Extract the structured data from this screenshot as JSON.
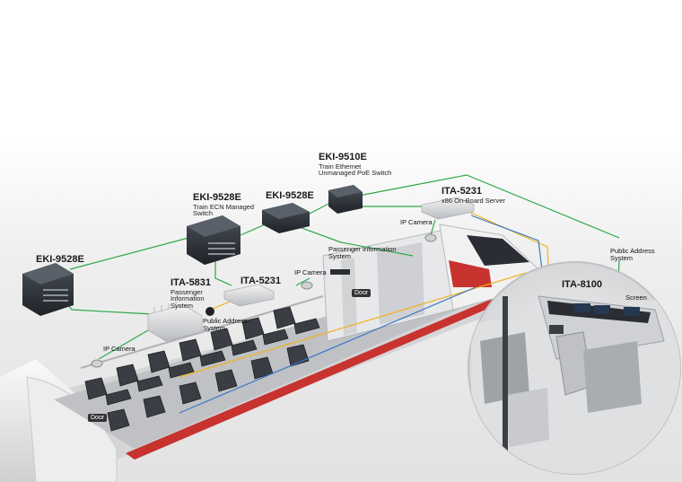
{
  "colors": {
    "green_link": "#2fa84a",
    "yellow_link": "#f2b21b",
    "blue_link": "#3a78c8",
    "device_dark": "#2b2f36",
    "train_body": "#e9e9ea",
    "train_stripe": "#c8322f"
  },
  "devices": {
    "eki9528e_left": {
      "title": "EKI-9528E"
    },
    "eki9528e_mid": {
      "title": "EKI-9528E",
      "subtitle1": "Train ECN Managed",
      "subtitle2": "Switch"
    },
    "eki9528e_right": {
      "title": "EKI-9528E"
    },
    "eki9510e": {
      "title": "EKI-9510E",
      "subtitle1": "Train Ethernet",
      "subtitle2": "Unmanaged PoE Switch"
    },
    "ita5231_top": {
      "title": "ITA-5231",
      "subtitle1": "x86 On-Board Server"
    },
    "ita5231_mid": {
      "title": "ITA-5231"
    },
    "ita5831": {
      "title": "ITA-5831",
      "subtitle1": "Passenger",
      "subtitle2": "Information",
      "subtitle3": "System"
    },
    "ita8100": {
      "title": "ITA-8100"
    }
  },
  "labels": {
    "ip_camera_top": "IP Camera",
    "ip_camera_mid": "IP Camera",
    "ip_camera_left": "IP Camera",
    "pis_line1": "Passenger Information",
    "pis_line2": "System",
    "pa_left_line1": "Public Address",
    "pa_left_line2": "System",
    "pa_right_line1": "Public Address",
    "pa_right_line2": "System",
    "screen": "Screen",
    "door_front": "Door",
    "door_rear": "Door"
  }
}
